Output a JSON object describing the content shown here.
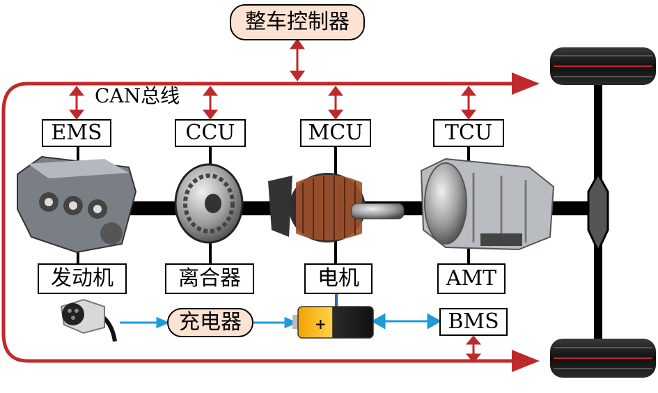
{
  "controller": "整车控制器",
  "bus_label": "CAN总线",
  "ecus": [
    "EMS",
    "CCU",
    "MCU",
    "TCU"
  ],
  "components": [
    "发动机",
    "离合器",
    "电机",
    "AMT"
  ],
  "charger": "充电器",
  "bms": "BMS",
  "battery_sign": "+",
  "colors": {
    "can_bus": "#c0292b",
    "power_flow": "#1f9bd7",
    "pill_fill": "#fbe2d3",
    "shaft": "#000000"
  },
  "icons": [
    "engine-icon",
    "clutch-icon",
    "motor-icon",
    "transmission-icon",
    "charging-plug-icon",
    "battery-icon",
    "wheel-icon",
    "differential-icon"
  ]
}
